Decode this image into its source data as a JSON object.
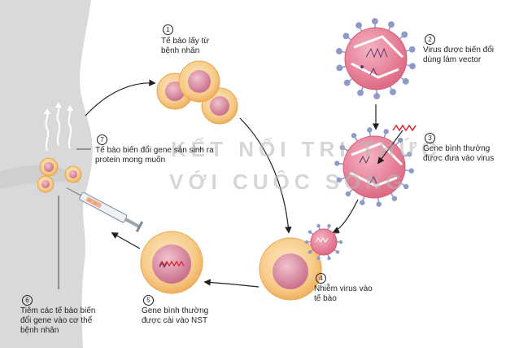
{
  "watermark": {
    "line1": "KẾT NỐI TRI THỨC",
    "line2": "VỚI CUỘC SỐNG"
  },
  "steps": [
    {
      "num": "1",
      "lines": [
        "Tế bào lấy từ",
        "bệnh nhân"
      ]
    },
    {
      "num": "2",
      "lines": [
        "Virus được biến đổi",
        "dùng làm vector"
      ]
    },
    {
      "num": "3",
      "lines": [
        "Gene bình thường",
        "được đưa vào virus"
      ]
    },
    {
      "num": "4",
      "lines": [
        "Nhiễm virus vào",
        "tế bào"
      ]
    },
    {
      "num": "5",
      "lines": [
        "Gene bình thường",
        "được cài vào NST"
      ]
    },
    {
      "num": "6",
      "lines": [
        "Tiêm các tế bào biến",
        "đổi gene vào cơ thể",
        "bệnh nhân"
      ]
    },
    {
      "num": "7",
      "lines": [
        "Tế bào biến đổi gene sản sinh ra",
        "protein mong muốn"
      ]
    }
  ],
  "colors": {
    "cell_outer": "#f7cc8a",
    "cell_nucleus": "#d98aa0",
    "virus_body": "#e87d95",
    "spike": "#8d9ac9",
    "gene": "#d8282f",
    "body": "#d9d9d9"
  }
}
